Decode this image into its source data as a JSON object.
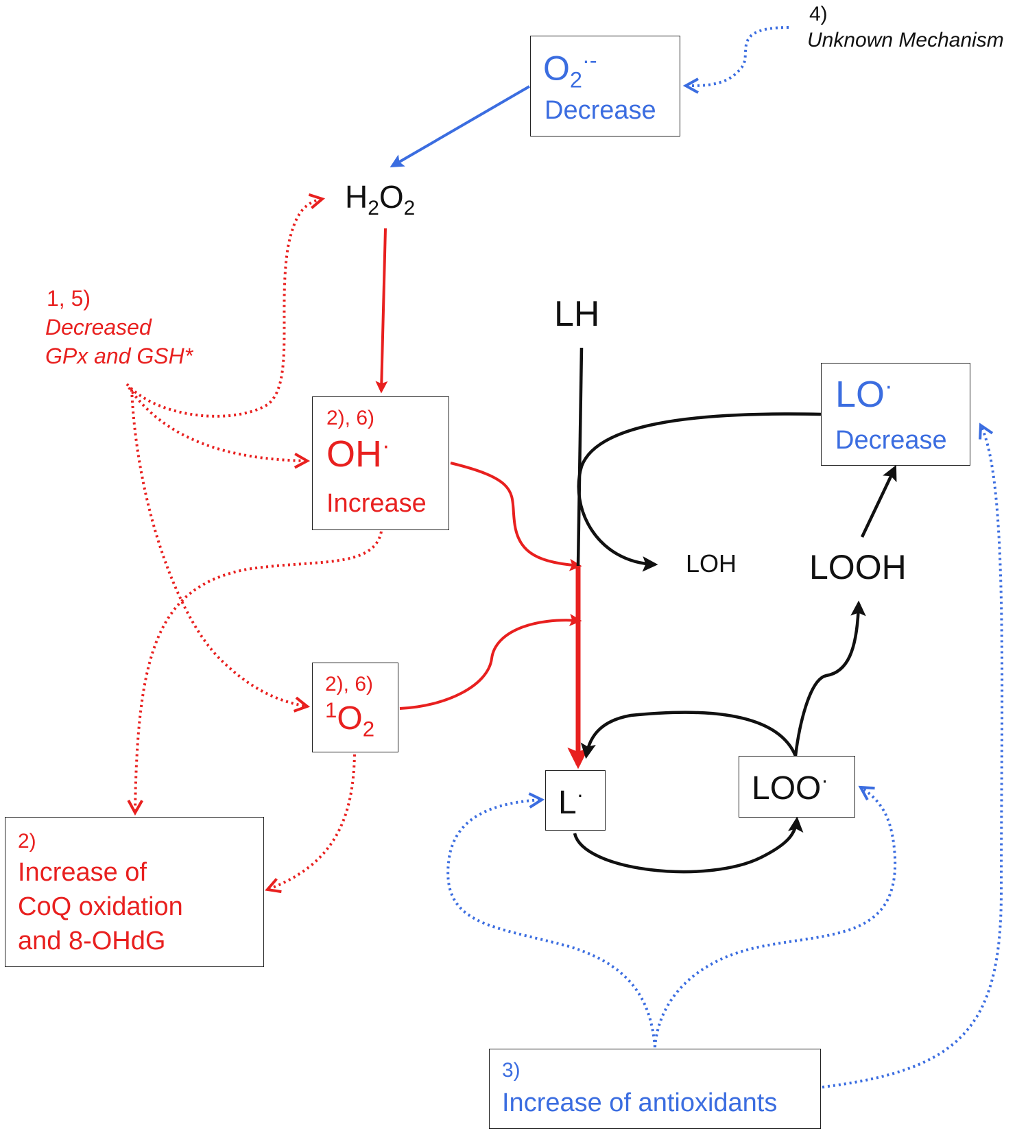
{
  "colors": {
    "red": "#e8201f",
    "blue": "#3b6de0",
    "black": "#111111"
  },
  "superoxide": {
    "species": "O",
    "sub": "2",
    "sup": "·-",
    "status": "Decrease"
  },
  "unknown": {
    "num": "4)",
    "text": "Unknown Mechanism"
  },
  "h2o2": {
    "a": "H",
    "b": "2",
    "c": "O",
    "d": "2"
  },
  "gpx": {
    "num": "1, 5)",
    "line1": "Decreased",
    "line2": "GPx and GSH*"
  },
  "hydroxyl": {
    "num": "2), 6)",
    "species": "OH",
    "dot": "·",
    "status": "Increase"
  },
  "singlet": {
    "num": "2), 6)",
    "sup": "1",
    "species": "O",
    "sub": "2"
  },
  "coq": {
    "num": "2)",
    "line1": "Increase of",
    "line2": "CoQ oxidation",
    "line3": "and 8-OHdG"
  },
  "lh": "LH",
  "lo": {
    "species": "LO",
    "dot": "·",
    "status": "Decrease"
  },
  "loh": "LOH",
  "looh": "LOOH",
  "l_radical": {
    "species": "L",
    "dot": "·"
  },
  "loo": {
    "species": "LOO",
    "dot": "·"
  },
  "antiox": {
    "num": "3)",
    "text": "Increase of antioxidants"
  }
}
